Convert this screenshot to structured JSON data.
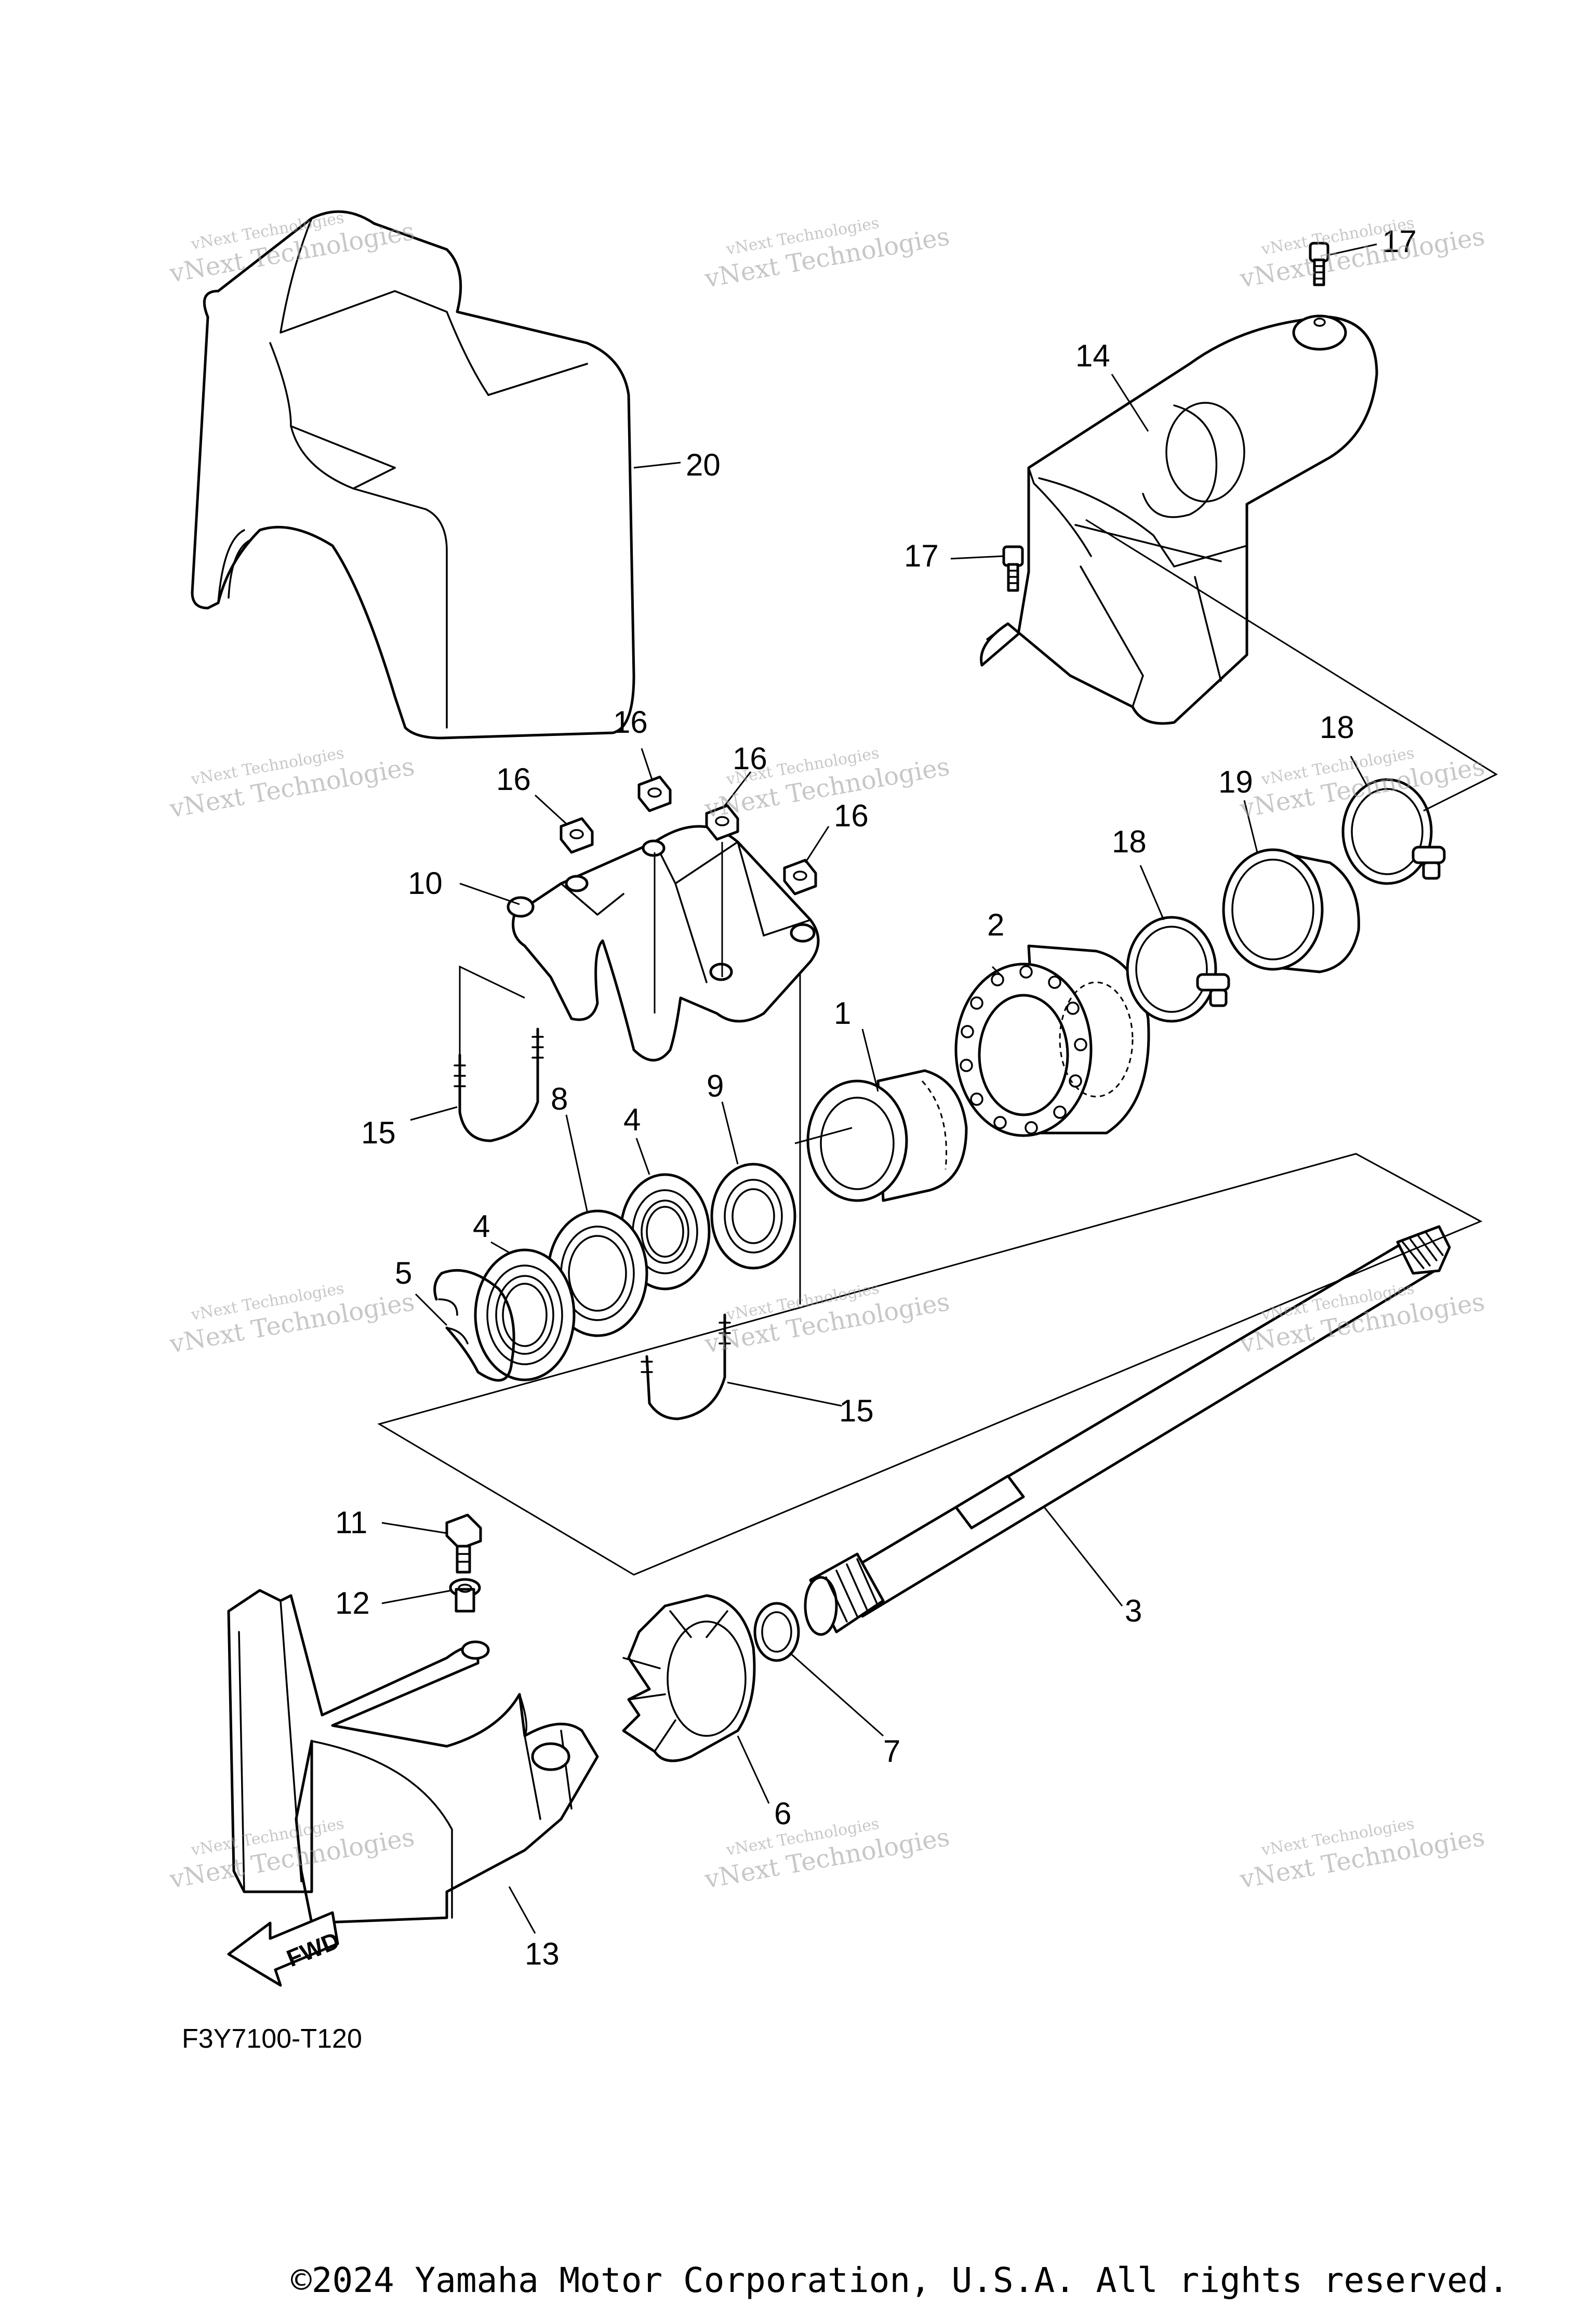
{
  "diagram": {
    "code": "F3Y7100-T120",
    "copyright": "©2024 Yamaha Motor Corporation, U.S.A. All rights reserved.",
    "fwd_label": "FWD",
    "watermark": {
      "line1": "vNext Technologies",
      "line2": "vNext Technologies"
    },
    "callouts": [
      {
        "id": "c1",
        "text": "1"
      },
      {
        "id": "c2",
        "text": "2"
      },
      {
        "id": "c3",
        "text": "3"
      },
      {
        "id": "c4a",
        "text": "4"
      },
      {
        "id": "c4b",
        "text": "4"
      },
      {
        "id": "c5",
        "text": "5"
      },
      {
        "id": "c6",
        "text": "6"
      },
      {
        "id": "c7",
        "text": "7"
      },
      {
        "id": "c8",
        "text": "8"
      },
      {
        "id": "c9",
        "text": "9"
      },
      {
        "id": "c10",
        "text": "10"
      },
      {
        "id": "c11",
        "text": "11"
      },
      {
        "id": "c12",
        "text": "12"
      },
      {
        "id": "c13",
        "text": "13"
      },
      {
        "id": "c14",
        "text": "14"
      },
      {
        "id": "c15a",
        "text": "15"
      },
      {
        "id": "c15b",
        "text": "15"
      },
      {
        "id": "c16a",
        "text": "16"
      },
      {
        "id": "c16b",
        "text": "16"
      },
      {
        "id": "c16c",
        "text": "16"
      },
      {
        "id": "c16d",
        "text": "16"
      },
      {
        "id": "c17a",
        "text": "17"
      },
      {
        "id": "c17b",
        "text": "17"
      },
      {
        "id": "c18a",
        "text": "18"
      },
      {
        "id": "c18b",
        "text": "18"
      },
      {
        "id": "c19",
        "text": "19"
      },
      {
        "id": "c20",
        "text": "20"
      }
    ]
  }
}
